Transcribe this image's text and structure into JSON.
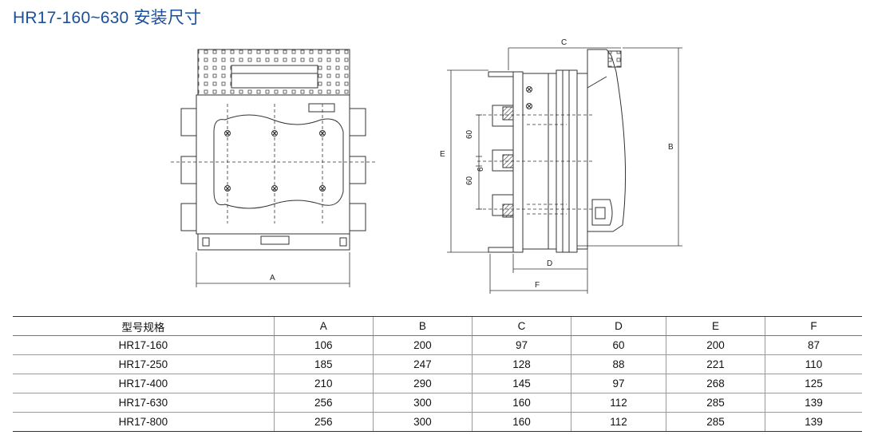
{
  "title": "HR17-160~630 安装尺寸",
  "labels": {
    "A": "A",
    "B": "B",
    "C": "C",
    "D": "D",
    "E": "E",
    "F": "F",
    "dim60a": "60",
    "dim60b": "60",
    "dim6": "6"
  },
  "table": {
    "headers": [
      "型号规格",
      "A",
      "B",
      "C",
      "D",
      "E",
      "F"
    ],
    "rows": [
      [
        "HR17-160",
        "106",
        "200",
        "97",
        "60",
        "200",
        "87"
      ],
      [
        "HR17-250",
        "185",
        "247",
        "128",
        "88",
        "221",
        "110"
      ],
      [
        "HR17-400",
        "210",
        "290",
        "145",
        "97",
        "268",
        "125"
      ],
      [
        "HR17-630",
        "256",
        "300",
        "160",
        "112",
        "285",
        "139"
      ],
      [
        "HR17-800",
        "256",
        "300",
        "160",
        "112",
        "285",
        "139"
      ]
    ]
  }
}
